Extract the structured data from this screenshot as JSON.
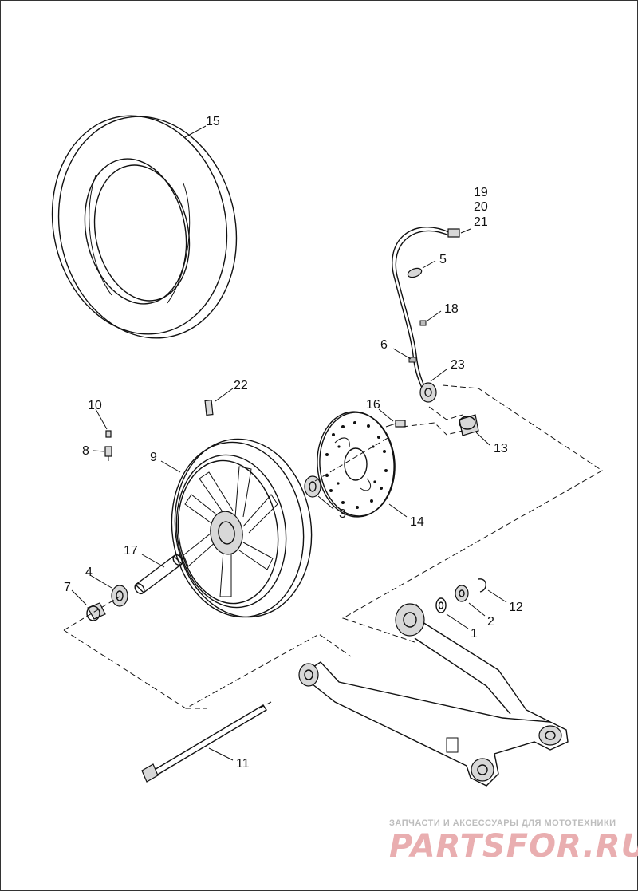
{
  "callouts": {
    "c1": "1",
    "c2": "2",
    "c3": "3",
    "c4": "4",
    "c5": "5",
    "c6": "6",
    "c7": "7",
    "c8": "8",
    "c9": "9",
    "c10": "10",
    "c11": "11",
    "c12": "12",
    "c13": "13",
    "c14": "14",
    "c15": "15",
    "c16": "16",
    "c17": "17",
    "c18": "18",
    "c19": "19",
    "c20": "20",
    "c21": "21",
    "c22": "22",
    "c23": "23"
  },
  "watermark": {
    "tagline": "ЗАПЧАСТИ И АКСЕССУАРЫ ДЛЯ МОТОТЕХНИКИ",
    "brand": "PARTSFOR.RU"
  },
  "colors": {
    "line": "#111111",
    "watermark_brand": "#e9aeb0",
    "watermark_tagline": "#bdbdbd"
  }
}
